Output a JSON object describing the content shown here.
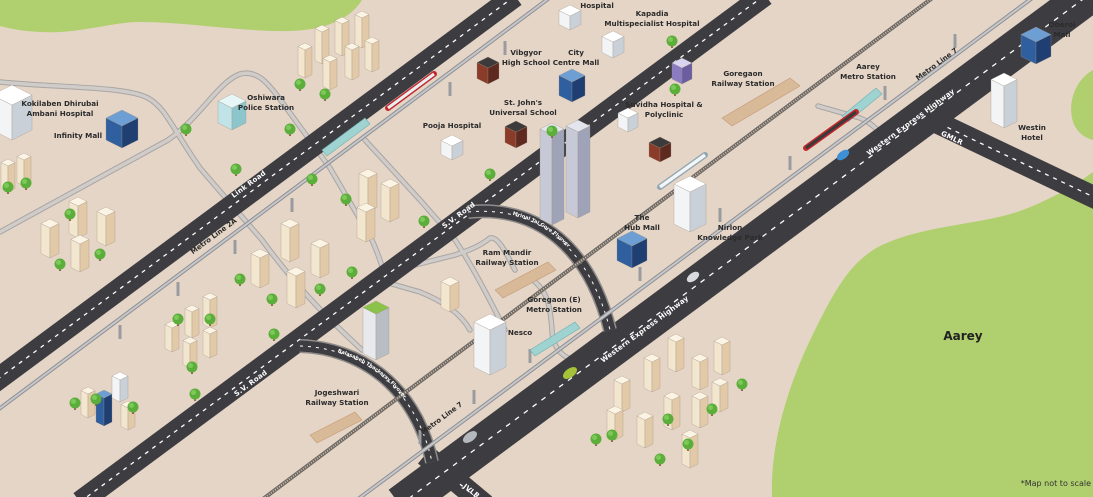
{
  "colors": {
    "ground": "#e5d5c7",
    "green_area": "#b0cf6e",
    "road": "#3d3d41",
    "local_road": "#c9c7c4",
    "metro_line": "#a9aaad",
    "railway": "#6b6560",
    "platform": "#d8b998",
    "tree": "#5cae3a"
  },
  "roads": {
    "link_road": "Link Road",
    "sv_road": "S.V. Road",
    "western_express_highway": "Western Express Highway",
    "gmlr": "GMLR",
    "jvlr": "JVLR",
    "mrinal_flyover": "Mrinal Tai Gore Flyover",
    "balasaheb_flyover": "Balasaheb Thackeray Flyover"
  },
  "metro": {
    "line_2a": "Metro Line 2A",
    "line_7": "Metro Line 7"
  },
  "places": {
    "kokilaben": [
      "Kokilaben Dhirubai",
      "Ambani Hospital"
    ],
    "infinity_mall": [
      "Infinity Mall"
    ],
    "oshiwara_police": [
      "Oshiwara",
      "Police Station"
    ],
    "pooja_hospital": [
      "Pooja Hospital"
    ],
    "vibgyor": [
      "Vibgyor",
      "High School"
    ],
    "city_centre_mall": [
      "City",
      "Centre Mall"
    ],
    "top_hospital": [
      "Hospital"
    ],
    "kapadia": [
      "Kapadia",
      "Multispecialist Hospital"
    ],
    "st_johns": [
      "St. John's",
      "Universal School"
    ],
    "suvidha": [
      "Suvidha Hospital &",
      "Polyclinic"
    ],
    "goregaon_railway": [
      "Goregaon",
      "Railway Station"
    ],
    "aarey_metro": [
      "Aarey",
      "Metro Station"
    ],
    "oberoi_mall": [
      "Oberoi",
      "Mall"
    ],
    "westin": [
      "Westin",
      "Hotel"
    ],
    "nirlon": [
      "Nirlon",
      "Knowledge Park"
    ],
    "hub_mall": [
      "The",
      "Hub Mall"
    ],
    "ram_mandir": [
      "Ram Mandir",
      "Railway Station"
    ],
    "goregaon_e_metro": [
      "Goregaon (E)",
      "Metro Station"
    ],
    "nesco": [
      "Nesco"
    ],
    "jogeshwari": [
      "Jogeshwari",
      "Railway Station"
    ]
  },
  "area": {
    "aarey": "Aarey"
  },
  "note": "*Map not to scale"
}
